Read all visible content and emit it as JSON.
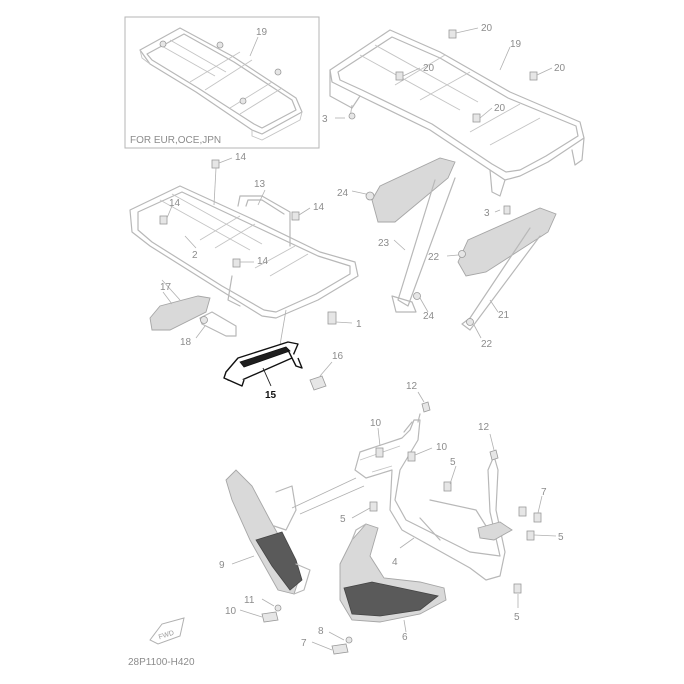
{
  "inset_note": "FOR EUR,OCE,JPN",
  "drawing_code": "28P1100-H420",
  "fwd_label": "FWD",
  "callouts": {
    "c1": "1",
    "c2": "2",
    "c3a": "3",
    "c3b": "3",
    "c4": "4",
    "c5a": "5",
    "c5b": "5",
    "c5c": "5",
    "c5d": "5",
    "c6": "6",
    "c7a": "7",
    "c7b": "7",
    "c8": "8",
    "c9": "9",
    "c10a": "10",
    "c10b": "10",
    "c10c": "10",
    "c11": "11",
    "c12a": "12",
    "c12b": "12",
    "c13": "13",
    "c14a": "14",
    "c14b": "14",
    "c14c": "14",
    "c14d": "14",
    "c15": "15",
    "c16": "16",
    "c17": "17",
    "c18": "18",
    "c19a": "19",
    "c19b": "19",
    "c20a": "20",
    "c20b": "20",
    "c20c": "20",
    "c20d": "20",
    "c21": "21",
    "c22a": "22",
    "c22b": "22",
    "c23": "23",
    "c24a": "24",
    "c24b": "24"
  }
}
